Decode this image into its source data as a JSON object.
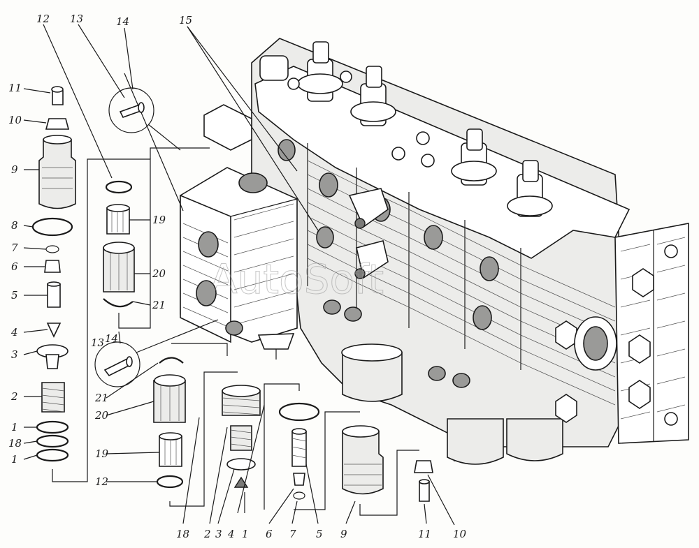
{
  "watermark": "AutoSoft",
  "labels": {
    "top_12": "12",
    "top_13": "13",
    "top_14": "14",
    "top_15": "15",
    "l_11": "11",
    "l_10": "10",
    "l_9": "9",
    "l_8": "8",
    "l_7": "7",
    "l_6": "6",
    "l_5": "5",
    "l_4": "4",
    "l_3": "3",
    "l_2": "2",
    "l_1a": "1",
    "l_18": "18",
    "l_1b": "1",
    "c_19a": "19",
    "c_20a": "20",
    "c_21a": "21",
    "c_14": "14",
    "c_13": "13",
    "c_21b": "21",
    "c_20b": "20",
    "c_19b": "19",
    "c_12": "12",
    "b_18": "18",
    "b_2": "2",
    "b_3": "3",
    "b_4": "4",
    "b_1": "1",
    "b_6": "6",
    "b_7": "7",
    "b_5": "5",
    "b_9": "9",
    "b_11": "11",
    "b_10": "10"
  }
}
